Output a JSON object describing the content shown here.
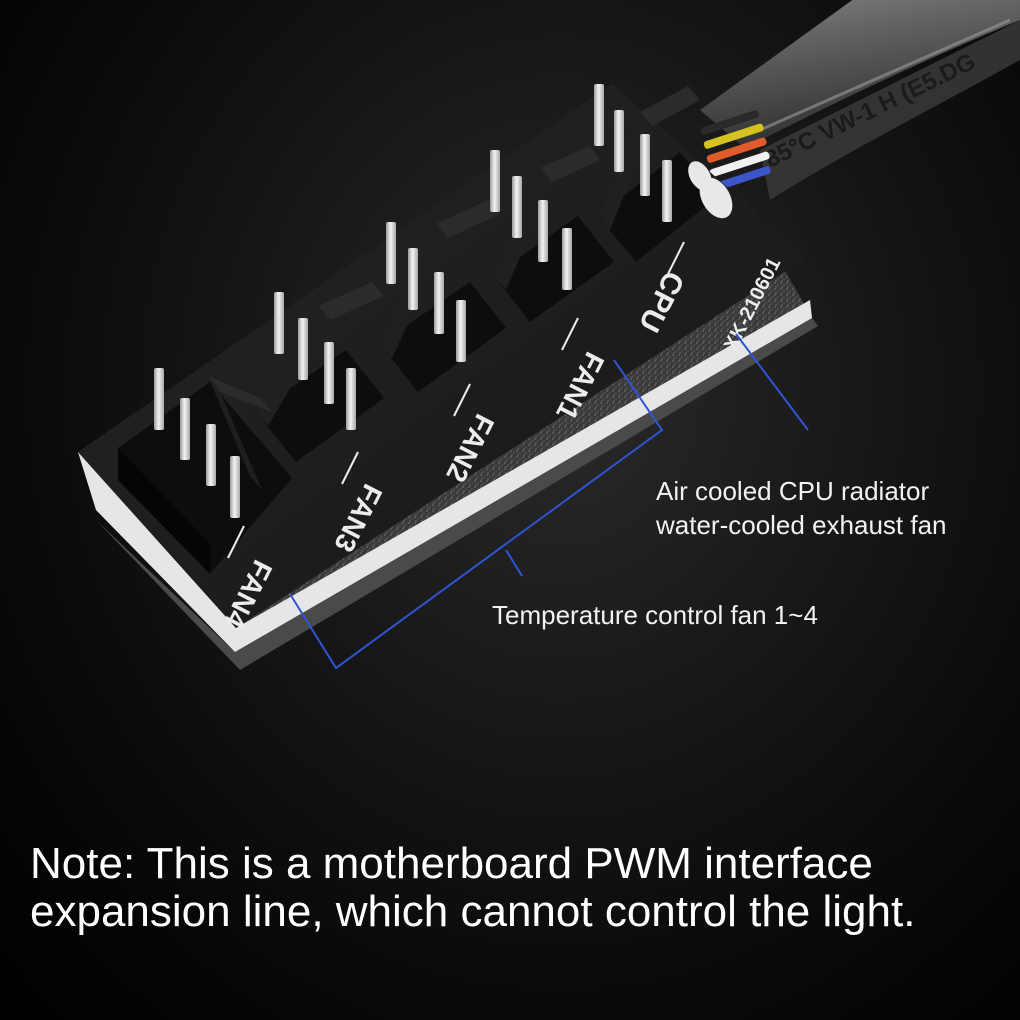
{
  "board": {
    "model_label": "XK-210601",
    "header_labels": {
      "cpu": "CPU",
      "fan1": "FAN1",
      "fan2": "FAN2",
      "fan3": "FAN3",
      "fan4": "FAN4"
    },
    "cable_print": "85°C VW-1 H (E5.DG"
  },
  "callouts": {
    "cpu": [
      "Air cooled CPU radiator",
      "water-cooled exhaust fan"
    ],
    "fans": "Temperature control fan 1~4"
  },
  "note": {
    "line1": "Note: This is a motherboard PWM interface",
    "line2": "expansion line, which cannot control the light."
  },
  "colors": {
    "background": "#0a0a0a",
    "board": "#1c1c1c",
    "foam": "#3a3a3a",
    "pin": "#d9d9d9",
    "leader_line": "#2f55d4",
    "text": "#ffffff"
  }
}
